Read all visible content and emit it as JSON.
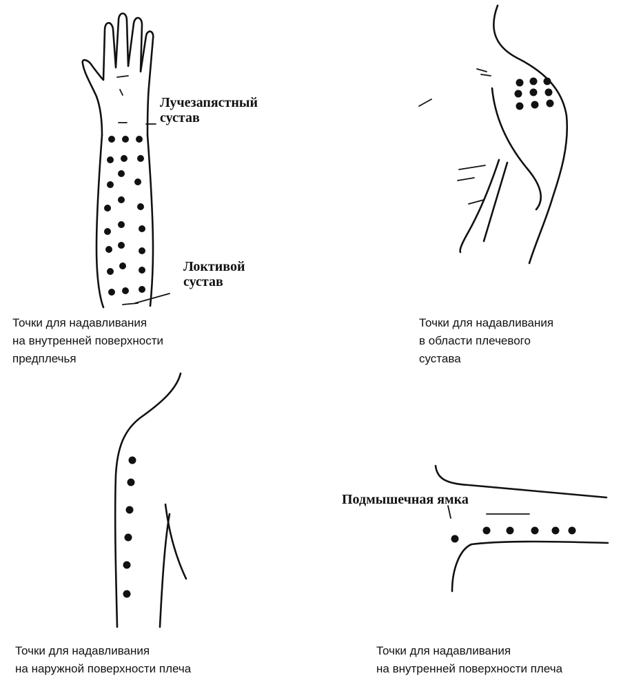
{
  "panels": [
    {
      "id": "forearm",
      "labels": [
        "Лучезапястный сустав",
        "Локтивой сустав"
      ],
      "label_lines": [
        [
          "Лучезапястный",
          "сустав"
        ],
        [
          "Локтивой",
          "сустав"
        ]
      ],
      "caption": [
        "Точки для надавливания",
        "на внутренней поверхности",
        "предплечья"
      ]
    },
    {
      "id": "shoulder-joint",
      "caption": [
        "Точки для надавливания",
        "в области плечевого",
        "сустава"
      ]
    },
    {
      "id": "outer-upper-arm",
      "caption": [
        "Точки для надавливания",
        "на наружной поверхности плеча"
      ]
    },
    {
      "id": "inner-upper-arm",
      "labels": [
        "Подмышечная ямка"
      ],
      "caption": [
        "Точки для надавливания",
        "на внутренней поверхности плеча"
      ]
    }
  ]
}
